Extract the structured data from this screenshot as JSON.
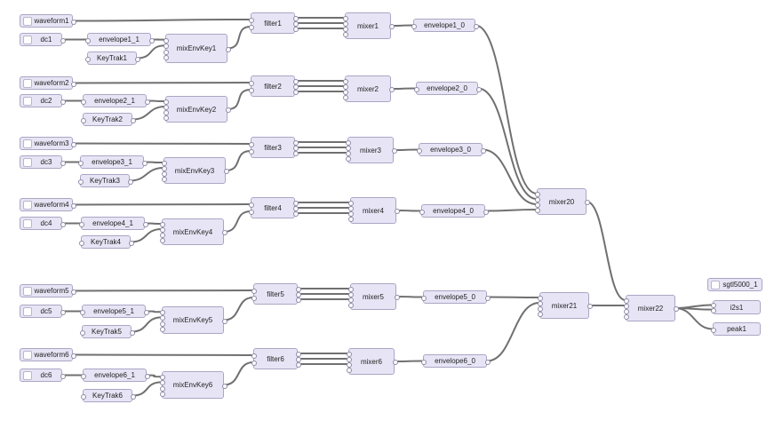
{
  "nodes": {
    "waveform1": {
      "label": "waveform1"
    },
    "dc1": {
      "label": "dc1"
    },
    "envelope1_1": {
      "label": "envelope1_1"
    },
    "KeyTrak1": {
      "label": "KeyTrak1"
    },
    "mixEnvKey1": {
      "label": "mixEnvKey1"
    },
    "filter1": {
      "label": "filter1"
    },
    "mixer1": {
      "label": "mixer1"
    },
    "envelope1_0": {
      "label": "envelope1_0"
    },
    "waveform2": {
      "label": "waveform2"
    },
    "dc2": {
      "label": "dc2"
    },
    "envelope2_1": {
      "label": "envelope2_1"
    },
    "KeyTrak2": {
      "label": "KeyTrak2"
    },
    "mixEnvKey2": {
      "label": "mixEnvKey2"
    },
    "filter2": {
      "label": "filter2"
    },
    "mixer2": {
      "label": "mixer2"
    },
    "envelope2_0": {
      "label": "envelope2_0"
    },
    "waveform3": {
      "label": "waveform3"
    },
    "dc3": {
      "label": "dc3"
    },
    "envelope3_1": {
      "label": "envelope3_1"
    },
    "KeyTrak3": {
      "label": "KeyTrak3"
    },
    "mixEnvKey3": {
      "label": "mixEnvKey3"
    },
    "filter3": {
      "label": "filter3"
    },
    "mixer3": {
      "label": "mixer3"
    },
    "envelope3_0": {
      "label": "envelope3_0"
    },
    "waveform4": {
      "label": "waveform4"
    },
    "dc4": {
      "label": "dc4"
    },
    "envelope4_1": {
      "label": "envelope4_1"
    },
    "KeyTrak4": {
      "label": "KeyTrak4"
    },
    "mixEnvKey4": {
      "label": "mixEnvKey4"
    },
    "filter4": {
      "label": "filter4"
    },
    "mixer4": {
      "label": "mixer4"
    },
    "envelope4_0": {
      "label": "envelope4_0"
    },
    "waveform5": {
      "label": "waveform5"
    },
    "dc5": {
      "label": "dc5"
    },
    "envelope5_1": {
      "label": "envelope5_1"
    },
    "KeyTrak5": {
      "label": "KeyTrak5"
    },
    "mixEnvKey5": {
      "label": "mixEnvKey5"
    },
    "filter5": {
      "label": "filter5"
    },
    "mixer5": {
      "label": "mixer5"
    },
    "envelope5_0": {
      "label": "envelope5_0"
    },
    "waveform6": {
      "label": "waveform6"
    },
    "dc6": {
      "label": "dc6"
    },
    "envelope6_1": {
      "label": "envelope6_1"
    },
    "KeyTrak6": {
      "label": "KeyTrak6"
    },
    "mixEnvKey6": {
      "label": "mixEnvKey6"
    },
    "filter6": {
      "label": "filter6"
    },
    "mixer6": {
      "label": "mixer6"
    },
    "envelope6_0": {
      "label": "envelope6_0"
    },
    "mixer20": {
      "label": "mixer20"
    },
    "mixer21": {
      "label": "mixer21"
    },
    "mixer22": {
      "label": "mixer22"
    },
    "sgtl5000_1": {
      "label": "sgtl5000_1"
    },
    "i2s1": {
      "label": "i2s1"
    },
    "peak1": {
      "label": "peak1"
    }
  },
  "connections": [
    [
      "waveform1",
      "filter1",
      0
    ],
    [
      "dc1",
      "envelope1_1",
      0
    ],
    [
      "envelope1_1",
      "mixEnvKey1",
      0
    ],
    [
      "KeyTrak1",
      "mixEnvKey1",
      1
    ],
    [
      "mixEnvKey1",
      "filter1",
      1
    ],
    [
      "filter1",
      "mixer1",
      0
    ],
    [
      "filter1",
      "mixer1",
      1
    ],
    [
      "filter1",
      "mixer1",
      2
    ],
    [
      "mixer1",
      "envelope1_0",
      0
    ],
    [
      "envelope1_0",
      "mixer20",
      0
    ],
    [
      "waveform2",
      "filter2",
      0
    ],
    [
      "dc2",
      "envelope2_1",
      0
    ],
    [
      "envelope2_1",
      "mixEnvKey2",
      0
    ],
    [
      "KeyTrak2",
      "mixEnvKey2",
      1
    ],
    [
      "mixEnvKey2",
      "filter2",
      1
    ],
    [
      "filter2",
      "mixer2",
      0
    ],
    [
      "filter2",
      "mixer2",
      1
    ],
    [
      "filter2",
      "mixer2",
      2
    ],
    [
      "mixer2",
      "envelope2_0",
      0
    ],
    [
      "envelope2_0",
      "mixer20",
      1
    ],
    [
      "waveform3",
      "filter3",
      0
    ],
    [
      "dc3",
      "envelope3_1",
      0
    ],
    [
      "envelope3_1",
      "mixEnvKey3",
      0
    ],
    [
      "KeyTrak3",
      "mixEnvKey3",
      1
    ],
    [
      "mixEnvKey3",
      "filter3",
      1
    ],
    [
      "filter3",
      "mixer3",
      0
    ],
    [
      "filter3",
      "mixer3",
      1
    ],
    [
      "filter3",
      "mixer3",
      2
    ],
    [
      "mixer3",
      "envelope3_0",
      0
    ],
    [
      "envelope3_0",
      "mixer20",
      2
    ],
    [
      "waveform4",
      "filter4",
      0
    ],
    [
      "dc4",
      "envelope4_1",
      0
    ],
    [
      "envelope4_1",
      "mixEnvKey4",
      0
    ],
    [
      "KeyTrak4",
      "mixEnvKey4",
      1
    ],
    [
      "mixEnvKey4",
      "filter4",
      1
    ],
    [
      "filter4",
      "mixer4",
      0
    ],
    [
      "filter4",
      "mixer4",
      1
    ],
    [
      "filter4",
      "mixer4",
      2
    ],
    [
      "mixer4",
      "envelope4_0",
      0
    ],
    [
      "envelope4_0",
      "mixer20",
      3
    ],
    [
      "waveform5",
      "filter5",
      0
    ],
    [
      "dc5",
      "envelope5_1",
      0
    ],
    [
      "envelope5_1",
      "mixEnvKey5",
      0
    ],
    [
      "KeyTrak5",
      "mixEnvKey5",
      1
    ],
    [
      "mixEnvKey5",
      "filter5",
      1
    ],
    [
      "filter5",
      "mixer5",
      0
    ],
    [
      "filter5",
      "mixer5",
      1
    ],
    [
      "filter5",
      "mixer5",
      2
    ],
    [
      "mixer5",
      "envelope5_0",
      0
    ],
    [
      "envelope5_0",
      "mixer21",
      0
    ],
    [
      "waveform6",
      "filter6",
      0
    ],
    [
      "dc6",
      "envelope6_1",
      0
    ],
    [
      "envelope6_1",
      "mixEnvKey6",
      0
    ],
    [
      "KeyTrak6",
      "mixEnvKey6",
      1
    ],
    [
      "mixEnvKey6",
      "filter6",
      1
    ],
    [
      "filter6",
      "mixer6",
      0
    ],
    [
      "filter6",
      "mixer6",
      1
    ],
    [
      "filter6",
      "mixer6",
      2
    ],
    [
      "mixer6",
      "envelope6_0",
      0
    ],
    [
      "envelope6_0",
      "mixer21",
      1
    ],
    [
      "mixer20",
      "mixer22",
      0
    ],
    [
      "mixer21",
      "mixer22",
      1
    ],
    [
      "mixer22",
      "i2s1",
      0
    ],
    [
      "mixer22",
      "i2s1",
      1
    ],
    [
      "mixer22",
      "peak1",
      0
    ]
  ],
  "colors": {
    "node_fill": "#e7e5f5",
    "node_border": "#a9a6c4",
    "wire": "#707070"
  }
}
